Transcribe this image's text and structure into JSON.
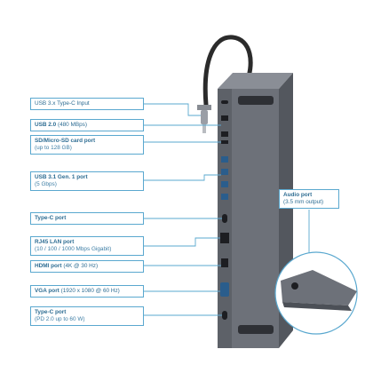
{
  "ports": [
    {
      "title": "USB 3.x Type-C Input",
      "detail": ""
    },
    {
      "title": "USB 2.0",
      "detail": "(480 MBps)"
    },
    {
      "title": "SD/Micro-SD card port",
      "detail": "(up to 128 GB)"
    },
    {
      "title": "USB 3.1 Gen. 1 port",
      "detail": "(5 Gbps)"
    },
    {
      "title": "Type-C port",
      "detail": ""
    },
    {
      "title": "RJ45 LAN port",
      "detail": "(10 / 100 / 1000 Mbps Gigabit)"
    },
    {
      "title": "HDMI port",
      "detail": "(4K @ 30 Hz)"
    },
    {
      "title": "VGA port",
      "detail": "(1920 x 1080 @ 60 Hz)"
    },
    {
      "title": "Type-C port",
      "detail": "(PD 2.0 up to 60 W)"
    }
  ],
  "audio": {
    "title": "Audio port",
    "detail": "(3.5 mm output)"
  },
  "colors": {
    "line": "#5aa8cf",
    "text": "#2e6d93",
    "body": "#6d7179"
  }
}
